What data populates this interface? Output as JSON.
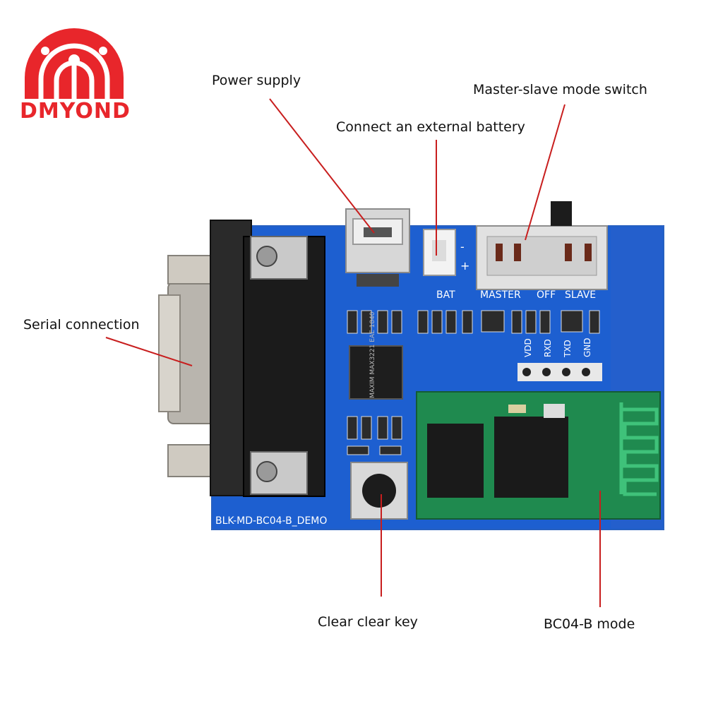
{
  "brand": {
    "name": "DMYOND",
    "color": "#e8262b"
  },
  "callouts": {
    "power_supply": "Power supply",
    "external_battery": "Connect an external battery",
    "mode_switch": "Master-slave mode switch",
    "serial_connection": "Serial connection",
    "clear_key": "Clear clear key",
    "bc04_mode": "BC04-B mode"
  },
  "board": {
    "pcb_color": "#1d5fd0",
    "module_color": "#1f8a4f",
    "silkscreen": {
      "bat": "BAT",
      "master": "MASTER",
      "off": "OFF",
      "slave": "SLAVE",
      "vdd": "VDD",
      "rxd": "RXD",
      "txd": "TXD",
      "gnd": "GND",
      "board_name": "BLK-MD-BC04-B_DEMO"
    },
    "chip_marking": "MAXIM MAX3221 EAE 1840",
    "polarity_minus": "-",
    "polarity_plus": "+"
  },
  "annotation_color": "#c81e1e"
}
